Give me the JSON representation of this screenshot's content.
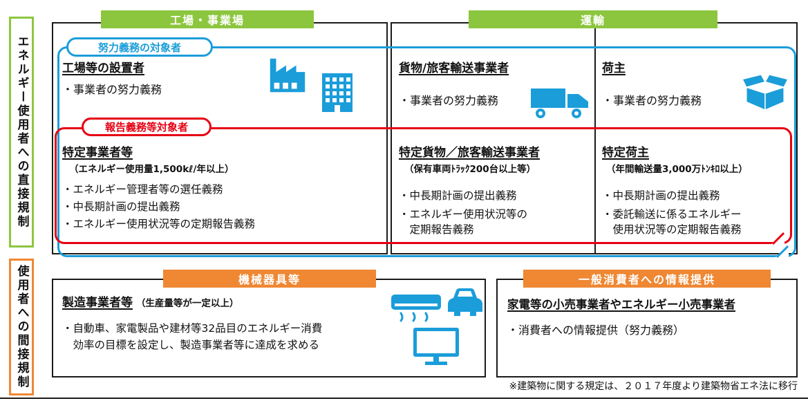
{
  "left_rails": {
    "direct": "エネルギー使用者への直接規制",
    "indirect": "使用者への間接規制"
  },
  "top_section": {
    "factory_header": "工場・事業場",
    "transport_header": "運輸",
    "effort_pill": "努力義務の対象者",
    "report_pill": "報告義務等対象者",
    "columns": [
      {
        "effort_title": "工場等の設置者",
        "effort_note": "・事業者の努力義務",
        "report_title": "特定事業者等",
        "report_threshold": "（エネルギー使用量1,500kℓ/年以上）",
        "report_lines": [
          "・エネルギー管理者等の選任義務",
          "・中長期計画の提出義務",
          "・エネルギー使用状況等の定期報告義務"
        ]
      },
      {
        "effort_title": "貨物/旅客輸送事業者",
        "effort_note": "・事業者の努力義務",
        "report_title": "特定貨物／旅客輸送事業者",
        "report_threshold": "（保有車両ﾄﾗｯｸ200台以上等）",
        "report_lines": [
          "・中長期計画の提出義務",
          "・エネルギー使用状況等の",
          "　定期報告義務"
        ]
      },
      {
        "effort_title": "荷主",
        "effort_note": "・事業者の努力義務",
        "report_title": "特定荷主",
        "report_threshold": "（年間輸送量3,000万ﾄﾝｷﾛ以上）",
        "report_lines": [
          "・中長期計画の提出義務",
          "・委託輸送に係るエネルギー",
          "　使用状況等の定期報告義務"
        ]
      }
    ]
  },
  "bottom_section": {
    "machinery": {
      "header": "機械器具等",
      "title": "製造事業者等",
      "title_note": "（生産量等が一定以上）",
      "lines": [
        "・自動車、家電製品や建材等32品目のエネルギー消費",
        "　効率の目標を設定し、製造事業者等に達成を求める"
      ]
    },
    "consumer": {
      "header": "一般消費者への情報提供",
      "title": "家電等の小売事業者やエネルギー小売事業者",
      "lines": [
        "・消費者への情報提供（努力義務）"
      ]
    }
  },
  "footnote": "※建築物に関する規定は、２０１７年度より建築物省エネ法に移行",
  "icons": {
    "factory": "factory-icon",
    "office_building": "office-building-icon",
    "truck": "truck-icon",
    "open_box": "open-box-icon",
    "air_conditioner": "air-conditioner-icon",
    "car": "car-icon",
    "monitor": "monitor-icon"
  },
  "colors": {
    "green": "#8cc63f",
    "orange": "#ef8733",
    "blue": "#1b9dd9",
    "red": "#e60012"
  }
}
